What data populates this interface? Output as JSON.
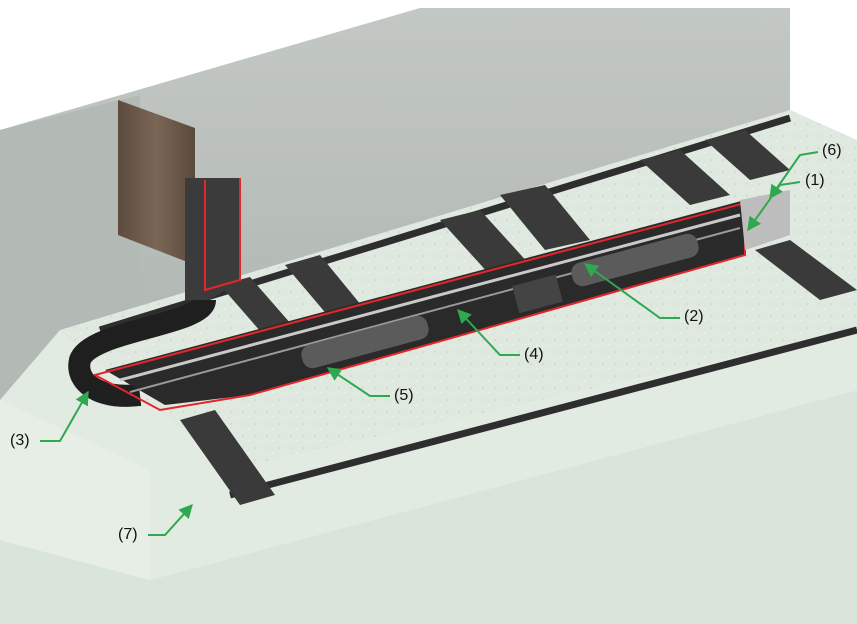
{
  "colors": {
    "background": "#ffffff",
    "wall": "#b9bfbb",
    "floor": "#dfe9e0",
    "rail_dark": "#2e2e2e",
    "cutaway_edge": "#e3262b",
    "callout_arrow": "#2fa84f",
    "wood": "#6e5a4a"
  },
  "callouts": [
    {
      "id": "1",
      "label": "(1)"
    },
    {
      "id": "2",
      "label": "(2)"
    },
    {
      "id": "3",
      "label": "(3)"
    },
    {
      "id": "4",
      "label": "(4)"
    },
    {
      "id": "5",
      "label": "(5)"
    },
    {
      "id": "6",
      "label": "(6)"
    },
    {
      "id": "7",
      "label": "(7)"
    }
  ]
}
